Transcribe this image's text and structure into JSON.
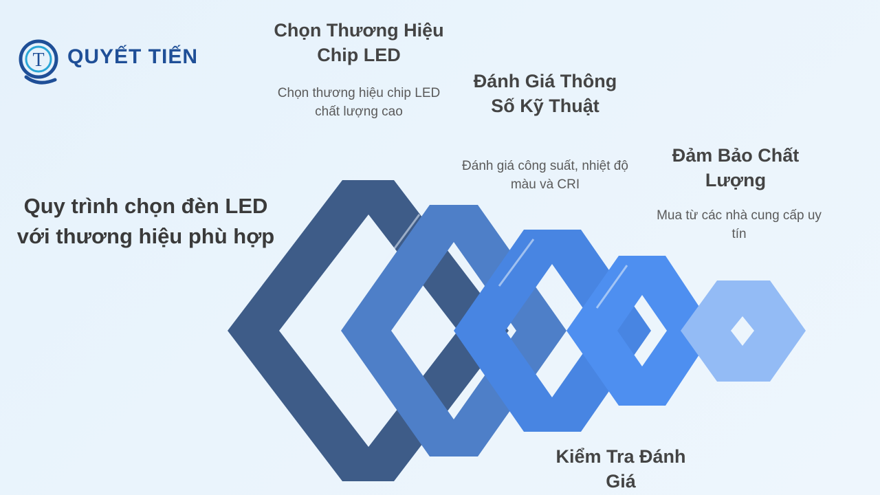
{
  "brand": {
    "name": "QUYẾT TIẾN",
    "logo_letter": "T"
  },
  "title": "Quy trình chọn đèn LED với thương hiệu phù hợp",
  "steps": [
    {
      "title": "Chọn Thương Hiệu Chip LED",
      "description": "Chọn thương hiệu chip LED chất lượng cao",
      "color": "#3e5c88"
    },
    {
      "title": "Đánh Giá Thông Số Kỹ Thuật",
      "description": "Đánh giá công suất, nhiệt độ màu và CRI",
      "color": "#4e7fc8"
    },
    {
      "title": "Kiểm Tra Đánh Giá",
      "description": "",
      "color": "#4885e2"
    },
    {
      "title": "",
      "description": "",
      "color": "#4e8ff0"
    },
    {
      "title": "Đảm Bảo Chất Lượng",
      "description": "Mua từ các nhà cung cấp uy tín",
      "color": "#93bbf5"
    }
  ]
}
